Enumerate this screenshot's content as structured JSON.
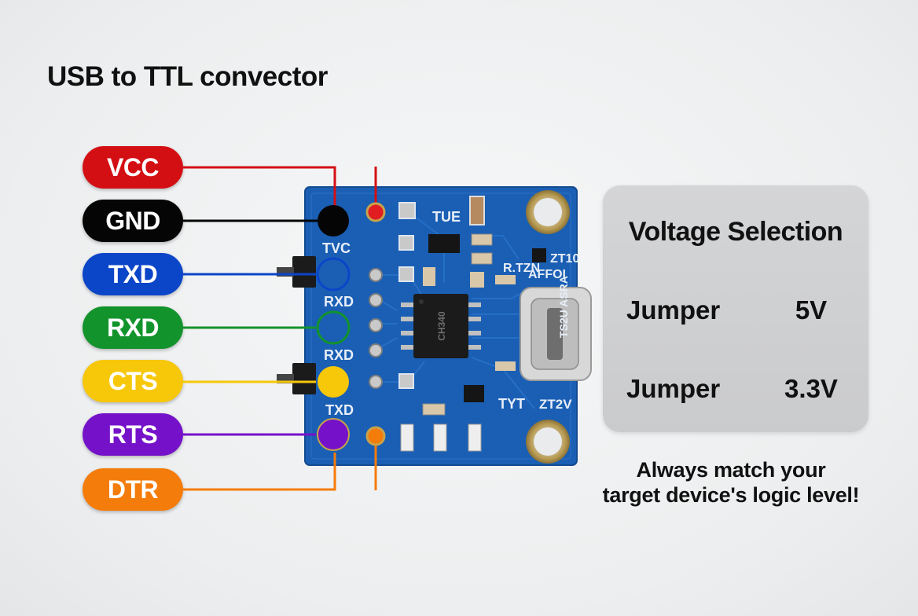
{
  "title": "USB to TTL convector",
  "pins": [
    {
      "label": "VCC",
      "color": "#d40f14"
    },
    {
      "label": "GND",
      "color": "#050505"
    },
    {
      "label": "TXD",
      "color": "#0b45c8"
    },
    {
      "label": "RXD",
      "color": "#12932c"
    },
    {
      "label": "CTS",
      "color": "#f7c70a"
    },
    {
      "label": "RTS",
      "color": "#7512c9"
    },
    {
      "label": "DTR",
      "color": "#f47c0a"
    }
  ],
  "board": {
    "color": "#1a5fb4",
    "silkscreen": [
      "TVC",
      "RXD",
      "RXD",
      "TXD",
      "TUE",
      "R.TZN",
      "AFFOI",
      "TS2U ASRA",
      "TYT",
      "ZT2V",
      "ZT10"
    ],
    "chip_text": "CH340"
  },
  "voltage_panel": {
    "title": "Voltage Selection",
    "rows": [
      {
        "label": "Jumper",
        "value": "5V"
      },
      {
        "label": "Jumper",
        "value": "3.3V"
      }
    ]
  },
  "note": {
    "line1": "Always match your",
    "line2": "target device's logic level!"
  }
}
